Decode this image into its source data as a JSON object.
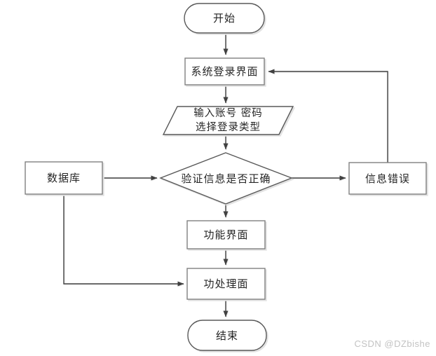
{
  "diagram": {
    "type": "flowchart",
    "nodes": {
      "start": {
        "label": "开始",
        "shape": "terminator"
      },
      "login_screen": {
        "label": "系统登录界面",
        "shape": "process"
      },
      "input_info": {
        "line1": "输入账号 密码",
        "line2": "选择登录类型",
        "shape": "input-parallelogram"
      },
      "verify": {
        "label": "验证信息是否正确",
        "shape": "decision"
      },
      "database": {
        "label": "数据库",
        "shape": "process"
      },
      "info_error": {
        "label": "信息错误",
        "shape": "process"
      },
      "function_screen": {
        "label": "功能界面",
        "shape": "process"
      },
      "process_screen": {
        "label": "功处理面",
        "shape": "process"
      },
      "end": {
        "label": "结束",
        "shape": "terminator"
      }
    },
    "edges": [
      {
        "from": "start",
        "to": "login_screen"
      },
      {
        "from": "login_screen",
        "to": "input_info"
      },
      {
        "from": "input_info",
        "to": "verify"
      },
      {
        "from": "database",
        "to": "verify"
      },
      {
        "from": "verify",
        "to": "info_error"
      },
      {
        "from": "info_error",
        "to": "login_screen"
      },
      {
        "from": "verify",
        "to": "function_screen"
      },
      {
        "from": "function_screen",
        "to": "process_screen"
      },
      {
        "from": "database",
        "to": "process_screen"
      },
      {
        "from": "process_screen",
        "to": "end"
      }
    ],
    "colors": {
      "background": "#ffffff",
      "shape_border": "#737373",
      "connector": "#404040",
      "text": "#262626",
      "shadow": "#e2e2e2"
    }
  },
  "watermark": {
    "label": "CSDN @DZbishe",
    "color": "#c3c3c3"
  }
}
